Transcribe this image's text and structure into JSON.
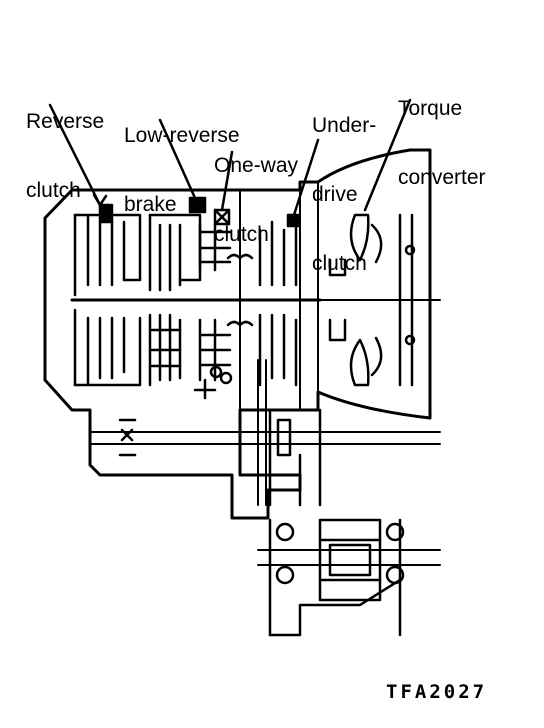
{
  "labels": {
    "reverse_clutch": [
      "Reverse",
      "clutch"
    ],
    "low_reverse_brake": [
      "Low-reverse",
      "brake"
    ],
    "one_way_clutch": [
      "One-way",
      "clutch"
    ],
    "underdrive_clutch": [
      "Under-",
      "drive",
      "clutch"
    ],
    "torque_converter": [
      "Torque",
      "converter"
    ]
  },
  "figure_code": "TFA2027",
  "colors": {
    "ink": "#000000",
    "paper": "#ffffff"
  }
}
